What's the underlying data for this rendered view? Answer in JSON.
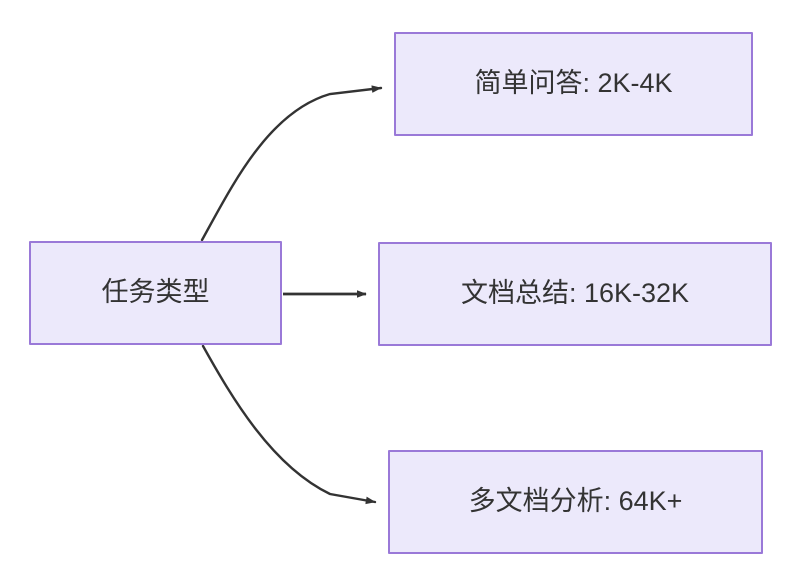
{
  "diagram": {
    "title": "任务类型",
    "type": "flowchart",
    "direction": "left-to-right",
    "background_color": "#ffffff",
    "node_fill_color": "#ece9fb",
    "node_border_color": "#9a79d8",
    "node_text_color": "#333333",
    "edge_color": "#333333",
    "nodes": [
      {
        "id": "source",
        "label": "任务类型",
        "role": "root"
      },
      {
        "id": "simple-qa",
        "label": "简单问答: 2K-4K",
        "role": "leaf"
      },
      {
        "id": "doc-summary",
        "label": "文档总结: 16K-32K",
        "role": "leaf"
      },
      {
        "id": "multi-doc",
        "label": "多文档分析: 64K+",
        "role": "leaf"
      }
    ],
    "edges": [
      {
        "id": "edge-source-to-simple-qa",
        "from": "source",
        "to": "simple-qa",
        "label": "",
        "style": "curved-arrow"
      },
      {
        "id": "edge-source-to-doc-summary",
        "from": "source",
        "to": "doc-summary",
        "label": "",
        "style": "straight-arrow"
      },
      {
        "id": "edge-source-to-multi-doc",
        "from": "source",
        "to": "multi-doc",
        "label": "",
        "style": "curved-arrow"
      }
    ]
  }
}
